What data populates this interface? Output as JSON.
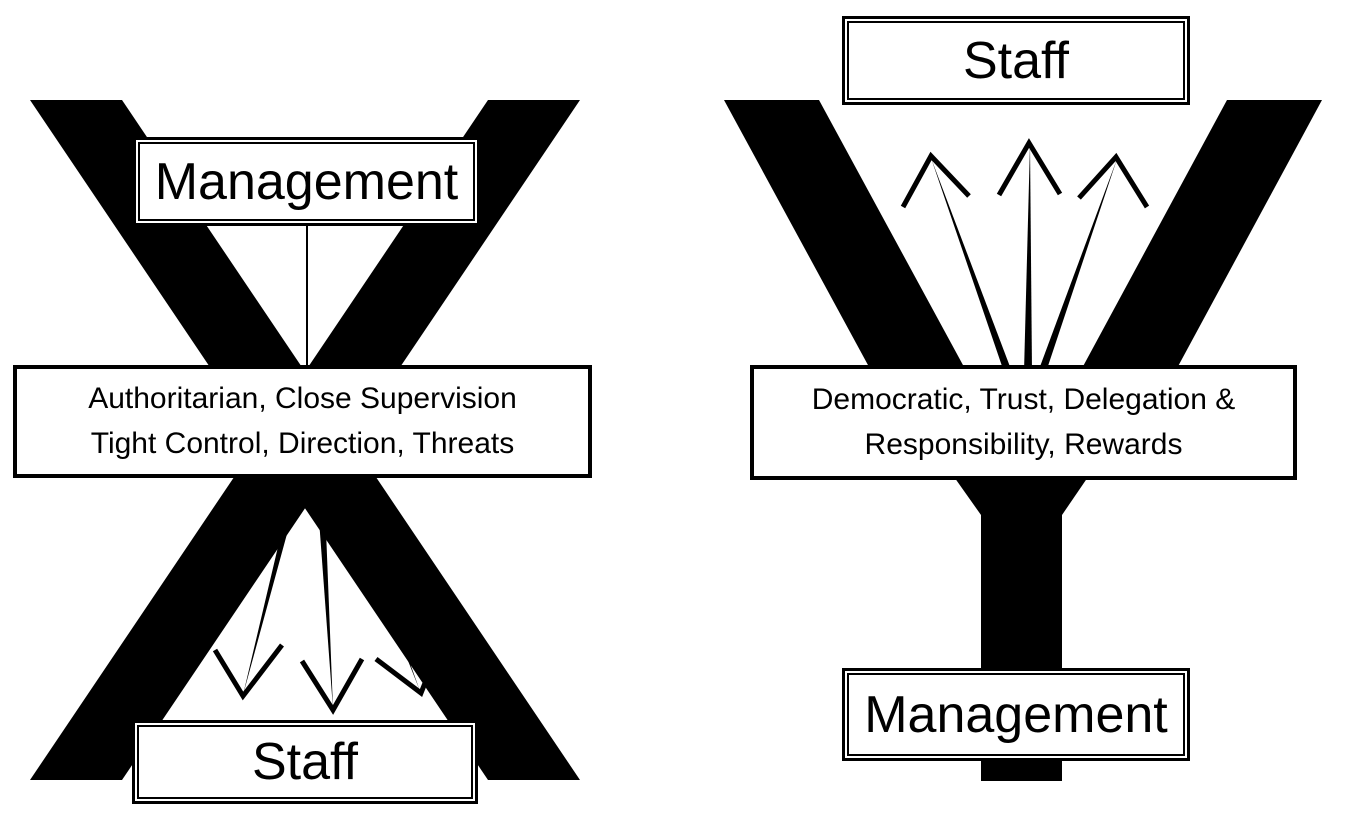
{
  "diagram": {
    "background_color": "#ffffff",
    "foreground_color": "#000000",
    "theory_x": {
      "letter": "X",
      "top_label": "Management",
      "middle_label_line1": "Authoritarian, Close Supervision",
      "middle_label_line2": "Tight Control, Direction, Threats",
      "bottom_label": "Staff",
      "arrow_direction": "down",
      "arrow_count": 3
    },
    "theory_y": {
      "letter": "Y",
      "top_label": "Staff",
      "middle_label_line1": "Democratic, Trust, Delegation &",
      "middle_label_line2": "Responsibility, Rewards",
      "bottom_label": "Management",
      "arrow_direction": "up",
      "arrow_count": 3
    }
  }
}
